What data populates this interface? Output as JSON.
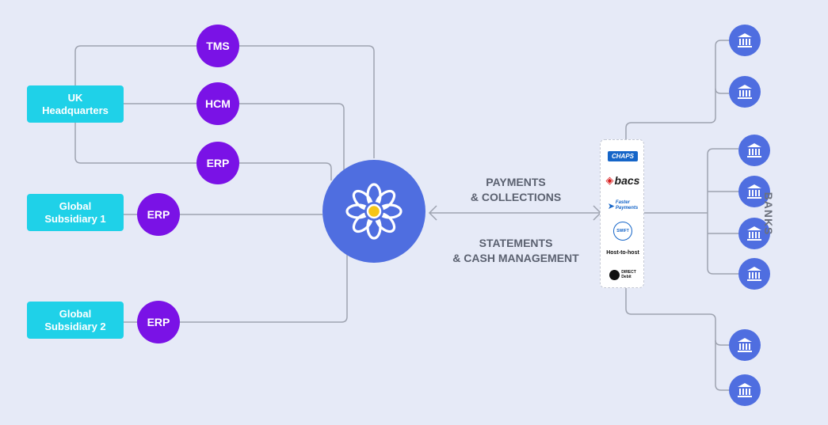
{
  "entities": {
    "uk_headquarters": "UK\nHeadquarters",
    "global_subsidiary_1": "Global\nSubsidiary 1",
    "global_subsidiary_2": "Global\nSubsidiary 2"
  },
  "systems": {
    "tms": "TMS",
    "hcm": "HCM",
    "erp_uk": "ERP",
    "erp_sub1": "ERP",
    "erp_sub2": "ERP"
  },
  "hub": {
    "icon": "flower-icon"
  },
  "flows": {
    "payments": "PAYMENTS\n& COLLECTIONS",
    "statements": "STATEMENTS\n& CASH MANAGEMENT"
  },
  "schemes": {
    "chaps": "CHAPS",
    "bacs": "bacs",
    "faster_payments": "Faster\nPayments",
    "swift": "SWIFT",
    "host_to_host": "Host-to-host",
    "direct_debit": "DIRECT\nDebit"
  },
  "banks_label": "BANKS",
  "colors": {
    "background": "#e6eaf7",
    "entity": "#1fd1e8",
    "system": "#7a12e6",
    "hub": "#4f6ee0",
    "bank": "#4f6ee0",
    "connector": "#9ea3b0"
  }
}
